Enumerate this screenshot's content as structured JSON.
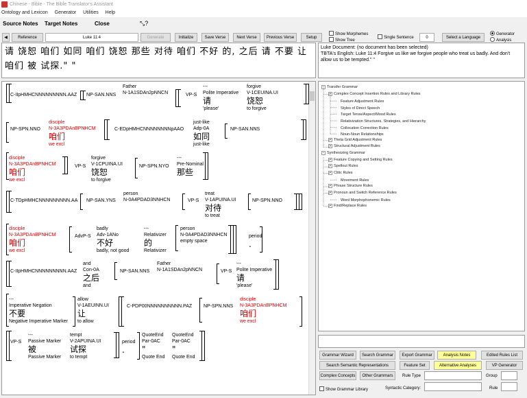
{
  "window": {
    "title": "Chinese - Bible - The Bible Translator's Assistant"
  },
  "menu": [
    "Ontology and Lexicon",
    "Generator",
    "Utilities",
    "Help"
  ],
  "toolbar": {
    "source_notes": "Source Notes",
    "target_notes": "Target Notes",
    "close": "Close"
  },
  "nav": {
    "reference": "Reference",
    "verse_ref": "Luke 11:4",
    "generate": "Generate",
    "initialize": "Initialize",
    "save_verse": "Save Verse",
    "next_verse": "Next Verse",
    "previous_verse": "Previous Verse",
    "setup": "Setup",
    "show_morphemes": "Show Morphemes",
    "show_tree": "Show Tree",
    "single_sentence": "Single Sentence",
    "sentence_num": "0",
    "select_language": "Select a Language",
    "generator": "Generator",
    "analysis": "Analysis"
  },
  "source_text": "请 饶恕 咱们 如同 咱们 饶恕 那些 对待 咱们 不好 的, 之后 请 不要 让 咱们 被 试探.\" \"",
  "document": {
    "line1": "Luke Document: (no document has been selected)",
    "line2": "TBTA's English: Luke 11:4 Forgive us like we forgive people who treat us badly. And don't allow us to be tempted.\" \""
  },
  "constituents": [
    {
      "id": "c1",
      "code": "C-IIpHMHCNNNNNNNNN.AAZ"
    },
    {
      "id": "c2",
      "code": "NP-SAN.NNS"
    },
    {
      "id": "c3",
      "top": "Father",
      "code": "N-1A1SDAn2pNNCN"
    },
    {
      "id": "c4",
      "code": "VP-S"
    },
    {
      "id": "c5",
      "top": "---",
      "code": "Polite Imperative",
      "word": "请",
      "gloss": "'please'"
    },
    {
      "id": "c6",
      "top": "forgive",
      "code": "V-1CEUINA.UI",
      "word": "饶恕",
      "gloss": "to forgive"
    },
    {
      "id": "c7",
      "code": "NP-SPN.NNO"
    },
    {
      "id": "c8",
      "top": "disciple",
      "code": "N-3A3PDAnBPNHCM",
      "word": "咱们",
      "gloss": "we excl"
    },
    {
      "id": "c9",
      "code": "C-EDpHMHCNNNNNNNNpAAO"
    },
    {
      "id": "c10",
      "top": "just-like",
      "code": "Adp-0A",
      "word": "如同",
      "gloss": "just-like"
    },
    {
      "id": "c11",
      "code": "NP-SAN.NNS"
    },
    {
      "id": "c12",
      "top": "disciple",
      "code": "N-3A3PDAnBPNHCM",
      "word": "咱们",
      "gloss": "we excl"
    },
    {
      "id": "c13",
      "code": "VP-S"
    },
    {
      "id": "c14",
      "top": "forgive",
      "code": "V-1CPUINA.UI",
      "word": "饶恕",
      "gloss": "to forgive"
    },
    {
      "id": "c15",
      "code": "NP-SPN.NYO"
    },
    {
      "id": "c16",
      "top": "---",
      "code": "Pre-Nominal",
      "word": "那些"
    },
    {
      "id": "c17",
      "code": "C-TDpHMHCNNNNNNNNN.AA"
    },
    {
      "id": "c18",
      "code": "NP-SAN.YNS"
    },
    {
      "id": "c19",
      "top": "person",
      "code": "N-0A4PDAD3NNHCN"
    },
    {
      "id": "c20",
      "code": "VP-S"
    },
    {
      "id": "c21",
      "top": "treat",
      "code": "V-1APUINA.UI",
      "word": "对待",
      "gloss": "to treat"
    },
    {
      "id": "c22",
      "code": "NP-SPN.NNO"
    },
    {
      "id": "c23",
      "top": "disciple",
      "code": "N-3A3PDAnBPNHCM",
      "word": "咱们",
      "gloss": "we excl"
    },
    {
      "id": "c24",
      "code": "AdvP-S"
    },
    {
      "id": "c25",
      "top": "badly",
      "code": "Adv-1ANo",
      "word": "不好",
      "gloss": "badly, not good"
    },
    {
      "id": "c26",
      "top": "---",
      "code": "Relativizer",
      "word": "的",
      "gloss": "Relativizer"
    },
    {
      "id": "c27",
      "top": "person",
      "code": "N-0A4PDAD3NNHCN",
      "gloss": "empty space"
    },
    {
      "id": "c28",
      "code": "period",
      "word": "."
    },
    {
      "id": "c29",
      "code": "C-IIpHMHCNNNNNNNNN.AAZ"
    },
    {
      "id": "c30",
      "top": "and",
      "code": "Con-0A",
      "word": "之后",
      "gloss": "and"
    },
    {
      "id": "c31",
      "code": "NP-SAN.NNS"
    },
    {
      "id": "c32",
      "top": "Father",
      "code": "N-1A1SDAn2pNNCN"
    },
    {
      "id": "c33",
      "code": "VP-S"
    },
    {
      "id": "c34",
      "top": "---",
      "code": "Polite Imperative",
      "word": "请",
      "gloss": "'please'"
    },
    {
      "id": "c35",
      "top": "---",
      "code": "Imperative Negation",
      "word": "不要",
      "gloss": "Negative Imperative Marker"
    },
    {
      "id": "c36",
      "top": "allow",
      "code": "V-1AEUINN.UI",
      "word": "让",
      "gloss": "to allow"
    },
    {
      "id": "c37",
      "code": "C-PDP00NNNNNNNNNN.PAZ"
    },
    {
      "id": "c38",
      "code": "NP-SPN.NNS"
    },
    {
      "id": "c39",
      "top": "disciple",
      "code": "N-3A3PDAnBPNHCM",
      "word": "咱们",
      "gloss": "we excl"
    },
    {
      "id": "c40",
      "code": "VP-S"
    },
    {
      "id": "c41",
      "top": "---",
      "code": "Passive Marker",
      "word": "被",
      "gloss": "Passive Marker"
    },
    {
      "id": "c42",
      "top": "tempt",
      "code": "V-2APUINA.UI",
      "word": "试探",
      "gloss": "to tempt"
    },
    {
      "id": "c43",
      "code": "period",
      "word": "."
    },
    {
      "id": "c44",
      "top": "QuoteEnd",
      "code": "Par-0AC",
      "word": "\"",
      "gloss": "Quote End"
    },
    {
      "id": "c45",
      "top": "QuoteEnd",
      "code": "Par-0AC",
      "word": "\"",
      "gloss": "Quote End"
    }
  ],
  "rules": [
    {
      "label": "Transfer Grammar",
      "expander": "−"
    },
    {
      "label": "Complex Concept Insertion Rules and Library Rules",
      "expander": "+"
    },
    {
      "label": "Feature Adjustment Rules",
      "expander": ""
    },
    {
      "label": "Styles of Direct Speech",
      "expander": ""
    },
    {
      "label": "Target Tense/Aspect/Mood Rules",
      "expander": ""
    },
    {
      "label": "Relativization Structures, Strategies, and Hierarchy",
      "expander": ""
    },
    {
      "label": "Collocation Correction Rules",
      "expander": ""
    },
    {
      "label": "Noun-Noun Relationships",
      "expander": ""
    },
    {
      "label": "Theta Grid Adjustment Rules",
      "expander": "+"
    },
    {
      "label": "Structural Adjustment Rules",
      "expander": "+"
    },
    {
      "label": "Synthesizing Grammar",
      "expander": "−"
    },
    {
      "label": "Feature Copying and Setting Rules",
      "expander": "+"
    },
    {
      "label": "Spellout Rules",
      "expander": "+"
    },
    {
      "label": "Clitic Rules",
      "expander": "+"
    },
    {
      "label": "Movement Rules",
      "expander": ""
    },
    {
      "label": "Phrase Structure Rules",
      "expander": "+"
    },
    {
      "label": "Pronoun and Switch Reference Rules",
      "expander": "+"
    },
    {
      "label": "Word Morphophonemic Rules",
      "expander": ""
    },
    {
      "label": "Find/Replace Rules",
      "expander": "+"
    }
  ],
  "grammar_buttons": {
    "grammar_wizard": "Grammar Wizard",
    "search_grammar": "Search Grammar",
    "export_grammar": "Export Grammar",
    "analysis_notes": "Analysis Notes",
    "edited_rules_list": "Edited Rules List",
    "search_semantic": "Search Semantic Representations",
    "feature_set": "Feature Set",
    "alternative_analyses": "Alternative Analyses",
    "vp_generator": "VP Generator",
    "complex_concepts": "Complex Concepts",
    "other_grammars": "Other Grammars",
    "rule_type": "Rule Type",
    "group": "Group",
    "show_grammar_library": "Show Grammar Library",
    "syntactic_category": "Syntactic Category:",
    "rule": "Rule"
  },
  "colors": {
    "highlight": "#ffff99",
    "target_red": "#e00000"
  }
}
